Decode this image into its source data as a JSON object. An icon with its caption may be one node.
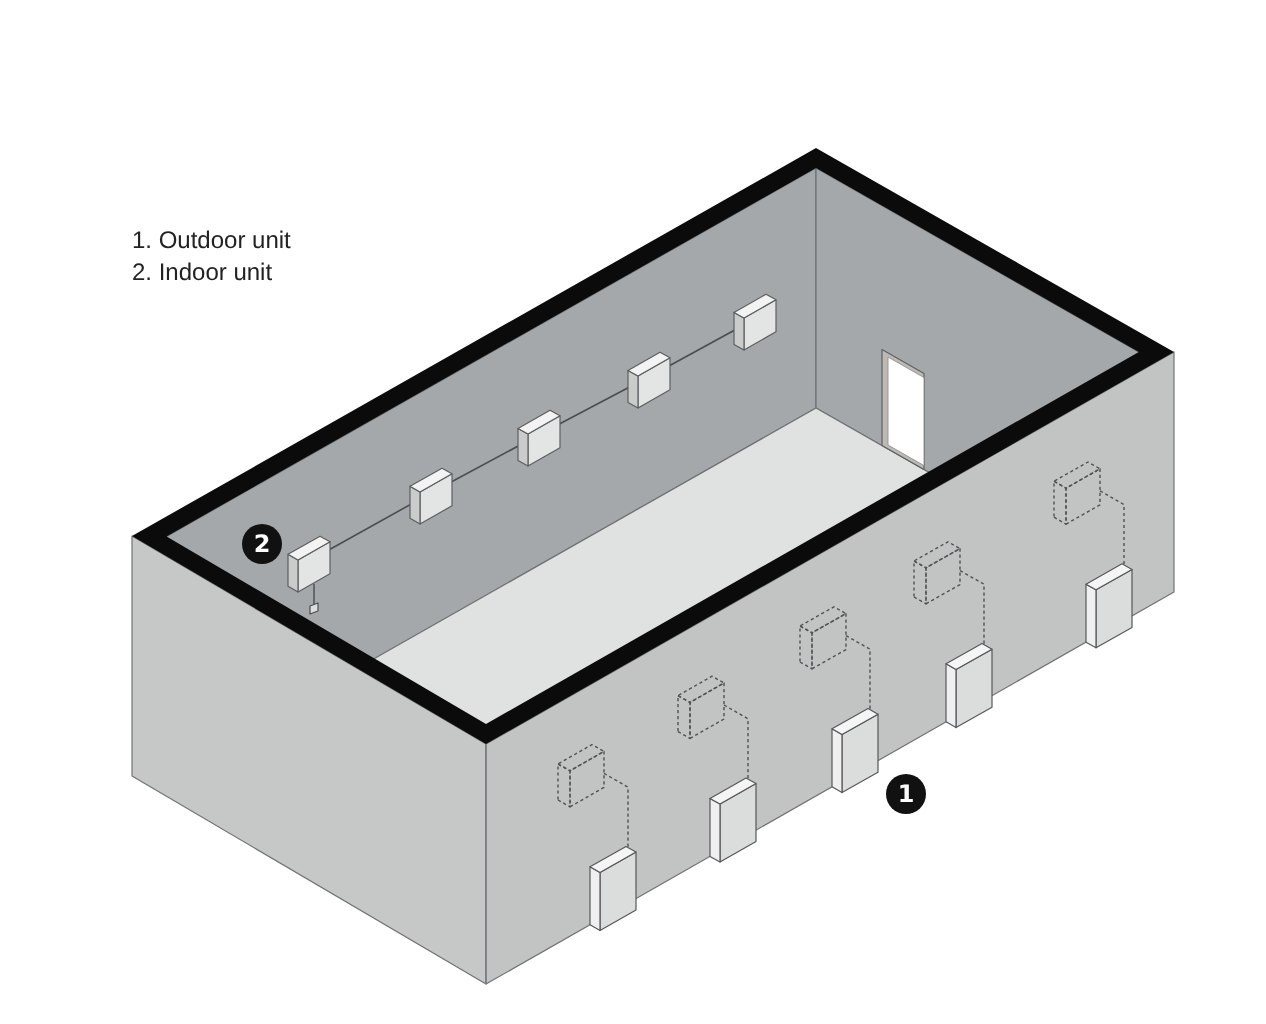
{
  "diagram": {
    "labels": [
      "1. Outdoor unit",
      "2. Indoor unit",
      "2",
      "1"
    ]
  }
}
